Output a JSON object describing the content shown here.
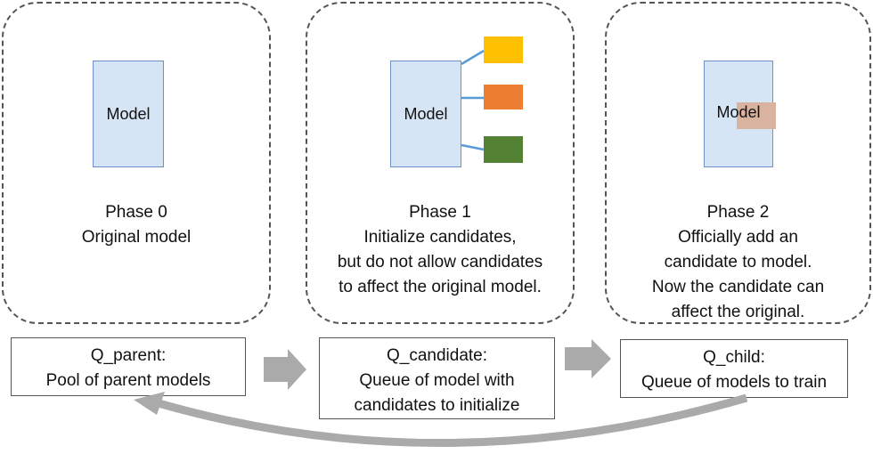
{
  "phases": [
    {
      "model_label": "Model",
      "lines": [
        "Phase 0",
        "Original model"
      ]
    },
    {
      "model_label": "Model",
      "lines": [
        "Phase 1",
        "Initialize candidates,",
        "but do not allow candidates",
        "to affect the original model."
      ],
      "candidate_colors": [
        "#ffc000",
        "#ed7d31",
        "#548235"
      ]
    },
    {
      "model_label": "Model",
      "lines": [
        "Phase 2",
        "Officially add an",
        "candidate to model.",
        "Now the candidate can",
        "affect the original."
      ],
      "candidate_color": "#d9b2a0"
    }
  ],
  "queues": [
    {
      "lines": [
        "Q_parent:",
        "Pool of parent models"
      ]
    },
    {
      "lines": [
        "Q_candidate:",
        "Queue of model with",
        "candidates to initialize"
      ]
    },
    {
      "lines": [
        "Q_child:",
        "Queue of models to train"
      ]
    }
  ],
  "colors": {
    "model_fill": "#d5e5f5",
    "model_border": "#6b93c8",
    "connector": "#5b9bd5",
    "arrow": "#aaaaaa"
  }
}
